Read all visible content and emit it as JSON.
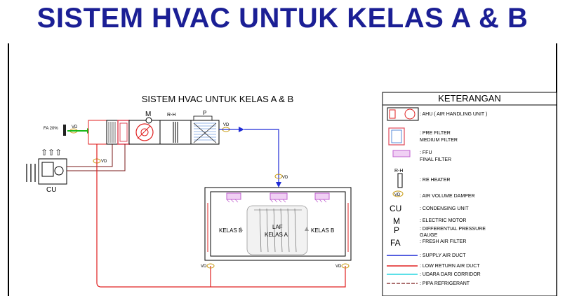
{
  "slide": {
    "title": "SISTEM HVAC UNTUK KELAS A & B"
  },
  "diagram": {
    "title": "SISTEM HVAC UNTUK KELAS A & B",
    "labels": {
      "fa": "FA 20%",
      "vd": "VD",
      "m": "M",
      "rh": "R-H",
      "p": "P",
      "cu": "CU",
      "kelas_b_left": "KELAS B",
      "kelas_b_right": "KELAS B",
      "laf": "LAF",
      "kelas_a": "KELAS A"
    }
  },
  "legend": {
    "title": "KETERANGAN",
    "items": [
      {
        "symbol": "",
        "text": ": AHU  ( AIR HANDLING UNIT )"
      },
      {
        "symbol": "",
        "text": ": PRE FILTER"
      },
      {
        "symbol": "",
        "text": "  MEDIUM FILTER"
      },
      {
        "symbol": "",
        "text": ": FFU"
      },
      {
        "symbol": "",
        "text": "  FINAL FILTER"
      },
      {
        "symbol": "R-H",
        "text": ": RE HEATER"
      },
      {
        "symbol": "VD",
        "text": ": AIR VOLUME DAMPER"
      },
      {
        "symbol": "CU",
        "text": ": CONDENSING UNIT"
      },
      {
        "symbol": "M",
        "text": ": ELECTRIC MOTOR"
      },
      {
        "symbol": "P",
        "text": ": DIFFERENTIAL PRESSURE"
      },
      {
        "symbol": "",
        "text": "  GAUGE"
      },
      {
        "symbol": "FA",
        "text": ": FRESH AIR FILTER"
      },
      {
        "symbol": "",
        "text": ": SUPPLY AIR DUCT"
      },
      {
        "symbol": "",
        "text": ": LOW RETURN AIR DUCT"
      },
      {
        "symbol": "",
        "text": ": UDARA DARI CORRIDOR"
      },
      {
        "symbol": "",
        "text": ": PIPA REFRIGERANT"
      }
    ]
  },
  "colors": {
    "title": "#1b1f95",
    "supply": "#1f2bd6",
    "return": "#e02020",
    "corridor": "#27d6e0",
    "refrigerant": "#7a1a1a",
    "filter": "#e04a5a",
    "ffu": "#c060d0",
    "fa_arrow": "#18b818"
  }
}
